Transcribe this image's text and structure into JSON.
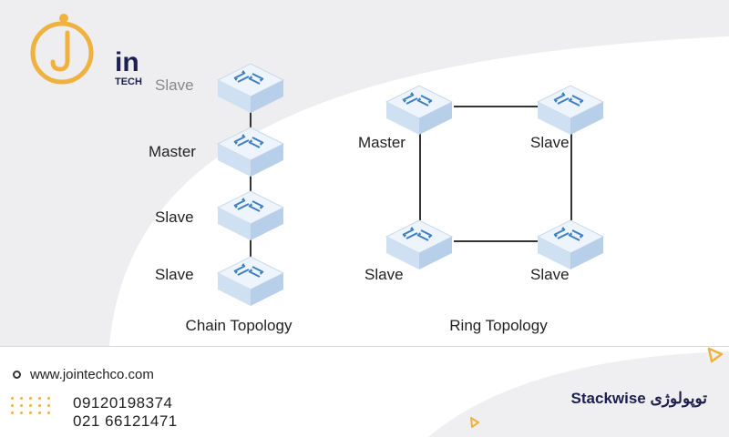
{
  "logo": {
    "main": "in",
    "sub": "TECH",
    "accent": "#f0b23e",
    "brand": "#1d1f4e"
  },
  "chain": {
    "caption": "Chain Topology",
    "labels": [
      "Slave",
      "Master",
      "Slave",
      "Slave"
    ]
  },
  "ring": {
    "caption": "Ring Topology",
    "labels": [
      "Master",
      "Slave",
      "Slave",
      "Slave"
    ]
  },
  "footer": {
    "website": "www.jointechco.com",
    "phone1": "09120198374",
    "phone2": "021 66121471",
    "title": "توپولوژی Stackwise"
  }
}
